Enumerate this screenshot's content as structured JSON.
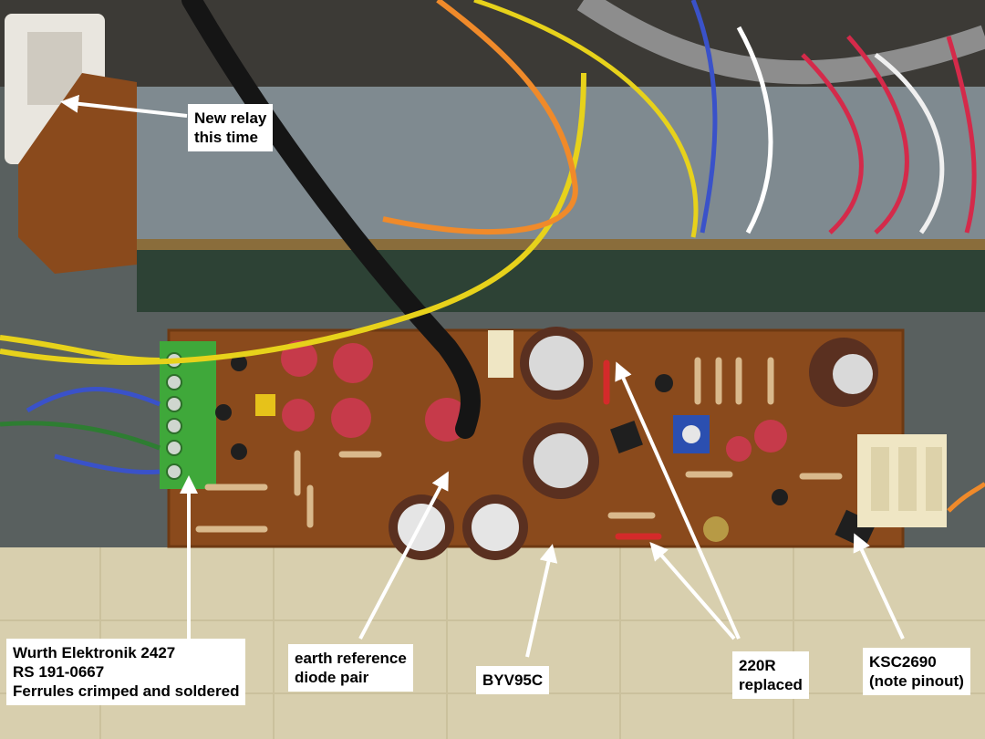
{
  "annotations": {
    "relay": {
      "lines": [
        "New relay",
        "this time"
      ]
    },
    "connector": {
      "lines": [
        "Wurth Elektronik 2427",
        "RS 191-0667",
        "Ferrules crimped and soldered"
      ]
    },
    "diode_pair": {
      "lines": [
        "earth reference",
        "diode pair"
      ]
    },
    "byv95c": {
      "lines": [
        "BYV95C"
      ]
    },
    "resistor": {
      "lines": [
        "220R",
        "replaced"
      ]
    },
    "transistor": {
      "lines": [
        "KSC2690",
        "(note pinout)"
      ]
    }
  },
  "colors": {
    "pcb": "#8a4a1c",
    "terminal_block": "#3fa83a",
    "capacitor_sleeve": "#5a3020",
    "arrow": "#ffffff",
    "chassis": "#7f8a90",
    "floor": "#d8cfae"
  }
}
